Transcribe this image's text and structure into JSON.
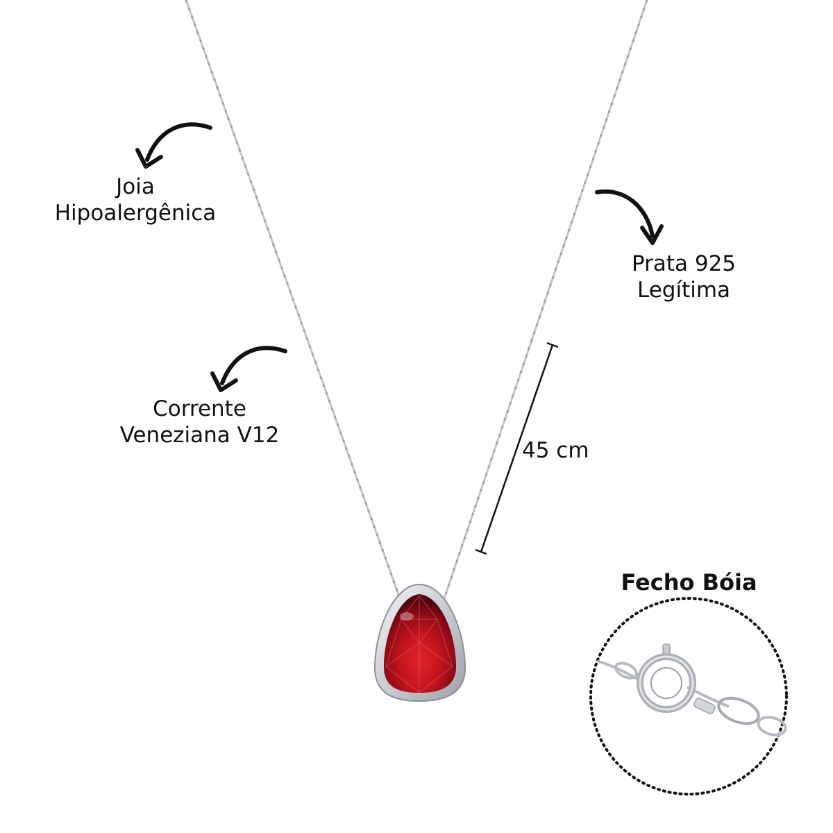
{
  "labels": {
    "hypoallergenic": {
      "line1": "Joia",
      "line2": "Hipoalergênica"
    },
    "silver": {
      "line1": "Prata 925",
      "line2": "Legítima"
    },
    "chain": {
      "line1": "Corrente",
      "line2": "Veneziana V12"
    },
    "length": "45 cm",
    "clasp_title": "Fecho Bóia"
  },
  "colors": {
    "text": "#111111",
    "chain": "#b9bcc2",
    "gem": "#b3141b",
    "gem_dark": "#5e0710",
    "silver": "#d4d6da"
  },
  "icons": [
    "curved-arrow-icon",
    "dimension-line-icon",
    "dotted-circle-icon"
  ]
}
